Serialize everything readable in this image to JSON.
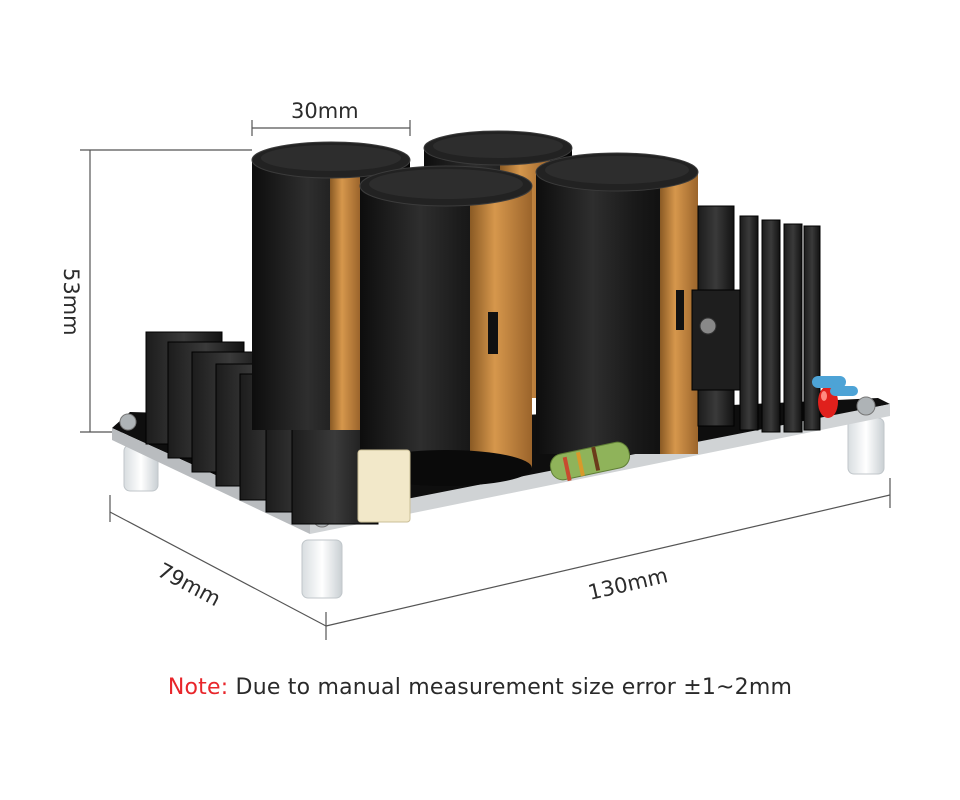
{
  "dimensions": {
    "width_label": "30mm",
    "height_label": "53mm",
    "depth_label": "79mm",
    "length_label": "130mm"
  },
  "note": {
    "prefix": "Note:",
    "text": " Due to manual measurement size error ±1~2mm"
  },
  "components": {
    "capacitor_count": 4,
    "heatsink_count": 2,
    "standoff_count": 4
  },
  "colors": {
    "capacitor_body": "#1a1a1a",
    "capacitor_sleeve": "#c8883f",
    "pcb": "#111111",
    "note_accent": "#e8262b",
    "led": "#e0201c",
    "resistor": "#8fb35a"
  }
}
